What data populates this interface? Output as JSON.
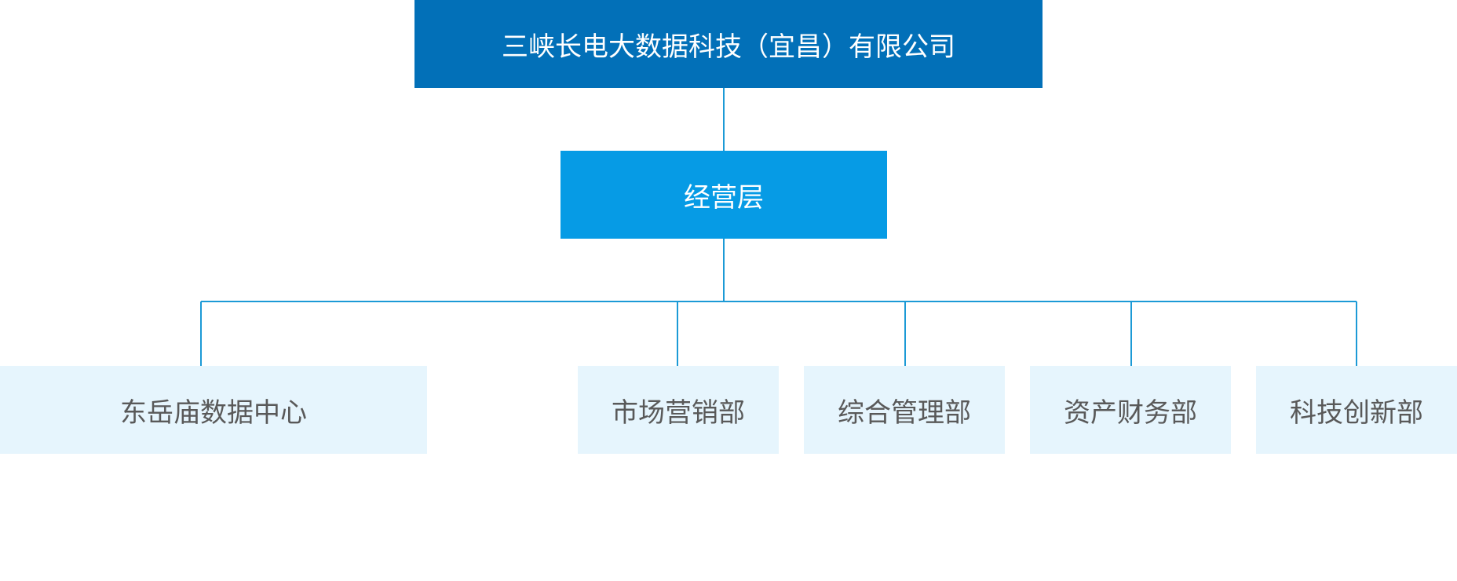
{
  "org_chart": {
    "root": {
      "label": "三峡长电大数据科技（宜昌）有限公司"
    },
    "management": {
      "label": "经营层"
    },
    "departments": [
      {
        "label": "东岳庙数据中心"
      },
      {
        "label": "市场营销部"
      },
      {
        "label": "综合管理部"
      },
      {
        "label": "资产财务部"
      },
      {
        "label": "科技创新部"
      }
    ]
  },
  "colors": {
    "root_fill": "#0270b8",
    "management_fill": "#069be5",
    "department_fill": "#e6f5fd",
    "department_text": "#595959",
    "connector": "#1c9ad6"
  }
}
